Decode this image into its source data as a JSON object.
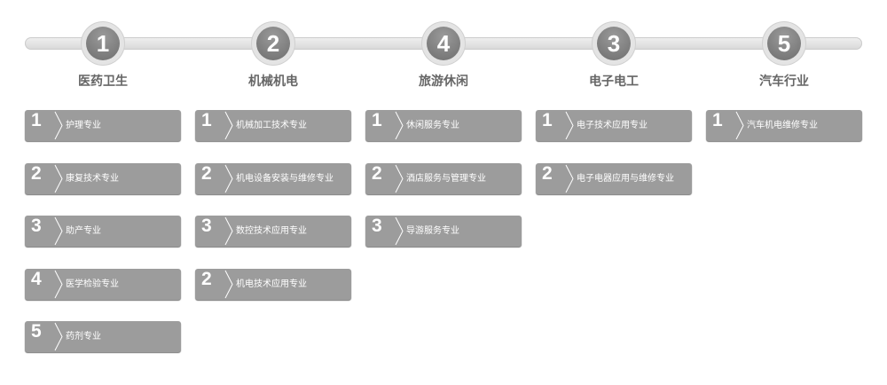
{
  "categories": [
    {
      "number": "1",
      "title": "医药卫生",
      "items": [
        {
          "number": "1",
          "label": "护理专业"
        },
        {
          "number": "2",
          "label": "康复技术专业"
        },
        {
          "number": "3",
          "label": "助产专业"
        },
        {
          "number": "4",
          "label": "医学检验专业"
        },
        {
          "number": "5",
          "label": "药剂专业"
        }
      ]
    },
    {
      "number": "2",
      "title": "机械机电",
      "items": [
        {
          "number": "1",
          "label": "机械加工技术专业"
        },
        {
          "number": "2",
          "label": "机电设备安装与维修专业"
        },
        {
          "number": "3",
          "label": "数控技术应用专业"
        },
        {
          "number": "2",
          "label": "机电技术应用专业"
        }
      ]
    },
    {
      "number": "4",
      "title": "旅游休闲",
      "items": [
        {
          "number": "1",
          "label": "休闲服务专业"
        },
        {
          "number": "2",
          "label": "酒店服务与管理专业"
        },
        {
          "number": "3",
          "label": "导游服务专业"
        }
      ]
    },
    {
      "number": "3",
      "title": "电子电工",
      "items": [
        {
          "number": "1",
          "label": "电子技术应用专业"
        },
        {
          "number": "2",
          "label": "电子电器应用与维修专业"
        }
      ]
    },
    {
      "number": "5",
      "title": "汽车行业",
      "items": [
        {
          "number": "1",
          "label": "汽车机电维修专业"
        }
      ]
    }
  ]
}
